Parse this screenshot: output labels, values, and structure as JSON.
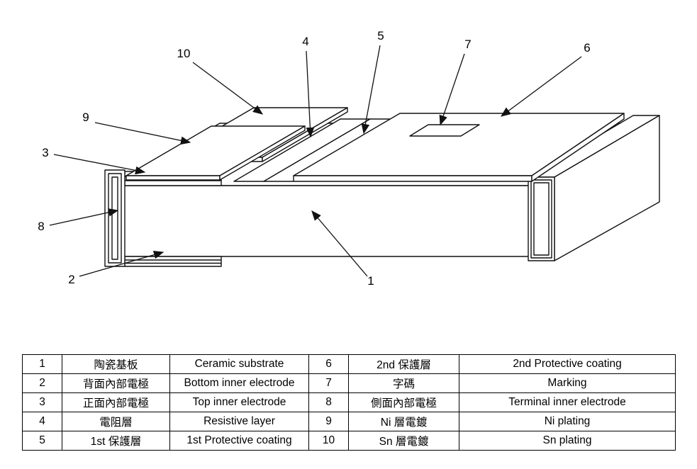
{
  "diagram": {
    "title": "chip-resistor-construction",
    "callouts": [
      "1",
      "2",
      "3",
      "4",
      "5",
      "6",
      "7",
      "8",
      "9",
      "10"
    ]
  },
  "table": {
    "rows": [
      [
        "1",
        "陶瓷基板",
        "Ceramic substrate",
        "6",
        "2nd 保護層",
        "2nd Protective coating"
      ],
      [
        "2",
        "背面內部電極",
        "Bottom inner electrode",
        "7",
        "字碼",
        "Marking"
      ],
      [
        "3",
        "正面內部電極",
        "Top inner electrode",
        "8",
        "側面內部電極",
        "Terminal inner electrode"
      ],
      [
        "4",
        "電阻層",
        "Resistive layer",
        "9",
        "Ni 層電鍍",
        "Ni plating"
      ],
      [
        "5",
        "1st 保護層",
        "1st Protective coating",
        "10",
        "Sn 層電鍍",
        "Sn plating"
      ]
    ]
  }
}
